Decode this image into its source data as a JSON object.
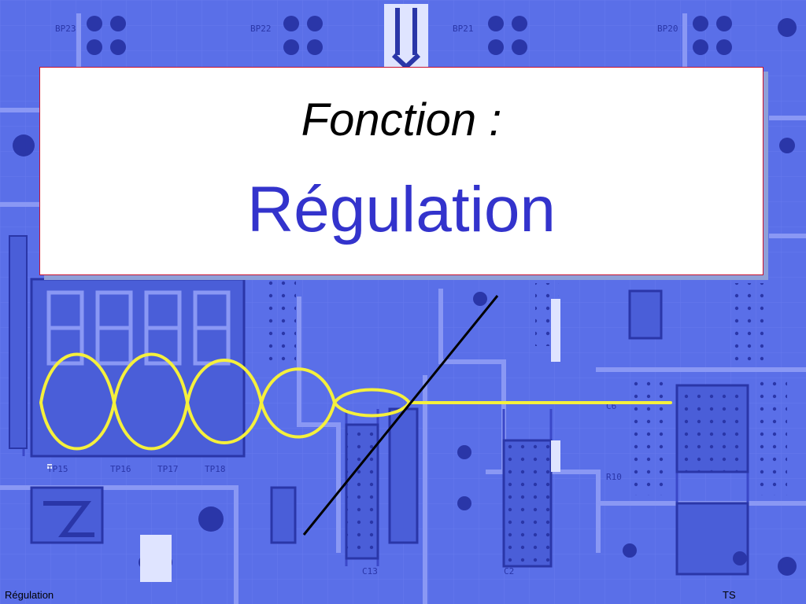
{
  "slide": {
    "title_line1": "Fonction :",
    "title_line2": "Régulation",
    "footer_left": "Régulation",
    "footer_right": "TS"
  },
  "colors": {
    "board_blue": "#5a6fe8",
    "trace_blue": "#7f8ff0",
    "title_blue": "#3333cc",
    "wave_yellow": "#f5f03c",
    "box_border": "#c8102e"
  },
  "decorations": {
    "background": "circuit-board-photo",
    "overlay": "yellow-sine-wave-and-black-diagonal-line"
  }
}
